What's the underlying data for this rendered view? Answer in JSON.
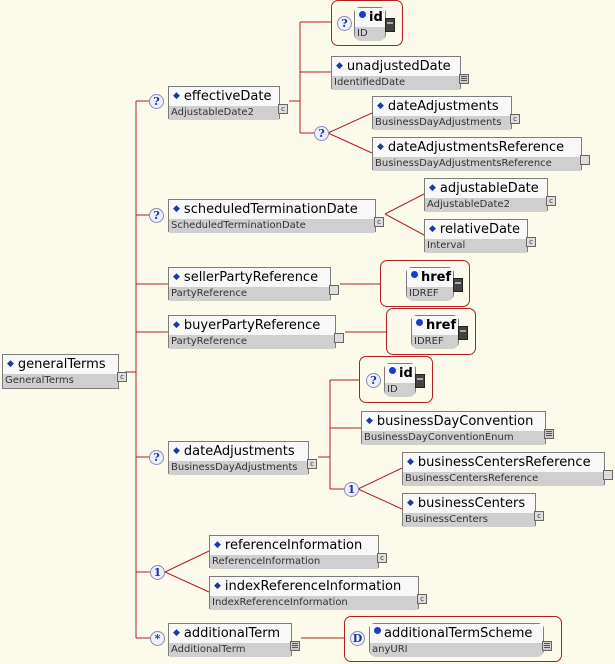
{
  "diagram": {
    "root": {
      "name": "generalTerms",
      "type": "GeneralTerms"
    },
    "nodes": {
      "effectiveDate": {
        "name": "effectiveDate",
        "type": "AdjustableDate2",
        "occurrence": "?"
      },
      "effId": {
        "name": "id",
        "type": "ID",
        "occurrence": "?"
      },
      "unadjustedDate": {
        "name": "unadjustedDate",
        "type": "IdentifiedDate"
      },
      "effDateAdj": {
        "name": "dateAdjustments",
        "type": "BusinessDayAdjustments"
      },
      "effDateAdjRef": {
        "name": "dateAdjustmentsReference",
        "type": "BusinessDayAdjustmentsReference"
      },
      "effChoice": {
        "occurrence": "?"
      },
      "scheduledTerminationDate": {
        "name": "scheduledTerminationDate",
        "type": "ScheduledTerminationDate",
        "occurrence": "?"
      },
      "adjustableDate": {
        "name": "adjustableDate",
        "type": "AdjustableDate2"
      },
      "relativeDate": {
        "name": "relativeDate",
        "type": "Interval"
      },
      "sellerPartyReference": {
        "name": "sellerPartyReference",
        "type": "PartyReference"
      },
      "sellerHref": {
        "name": "href",
        "type": "IDREF"
      },
      "buyerPartyReference": {
        "name": "buyerPartyReference",
        "type": "PartyReference"
      },
      "buyerHref": {
        "name": "href",
        "type": "IDREF"
      },
      "dateAdjustments": {
        "name": "dateAdjustments",
        "type": "BusinessDayAdjustments",
        "occurrence": "?"
      },
      "daId": {
        "name": "id",
        "type": "ID",
        "occurrence": "?"
      },
      "businessDayConvention": {
        "name": "businessDayConvention",
        "type": "BusinessDayConventionEnum"
      },
      "businessCentersReference": {
        "name": "businessCentersReference",
        "type": "BusinessCentersReference"
      },
      "businessCenters": {
        "name": "businessCenters",
        "type": "BusinessCenters"
      },
      "daChoice": {
        "occurrence": "1"
      },
      "refChoice": {
        "occurrence": "1"
      },
      "referenceInformation": {
        "name": "referenceInformation",
        "type": "ReferenceInformation"
      },
      "indexReferenceInformation": {
        "name": "indexReferenceInformation",
        "type": "IndexReferenceInformation"
      },
      "additionalTerm": {
        "name": "additionalTerm",
        "type": "AdditionalTerm",
        "occurrence": "*"
      },
      "additionalTermScheme": {
        "name": "additionalTermScheme",
        "type": "anyURI",
        "occurrence": "D"
      }
    },
    "colors": {
      "connector": "#b21f1f",
      "background": "#fcfbeb",
      "accent": "#1a3b9a"
    }
  }
}
